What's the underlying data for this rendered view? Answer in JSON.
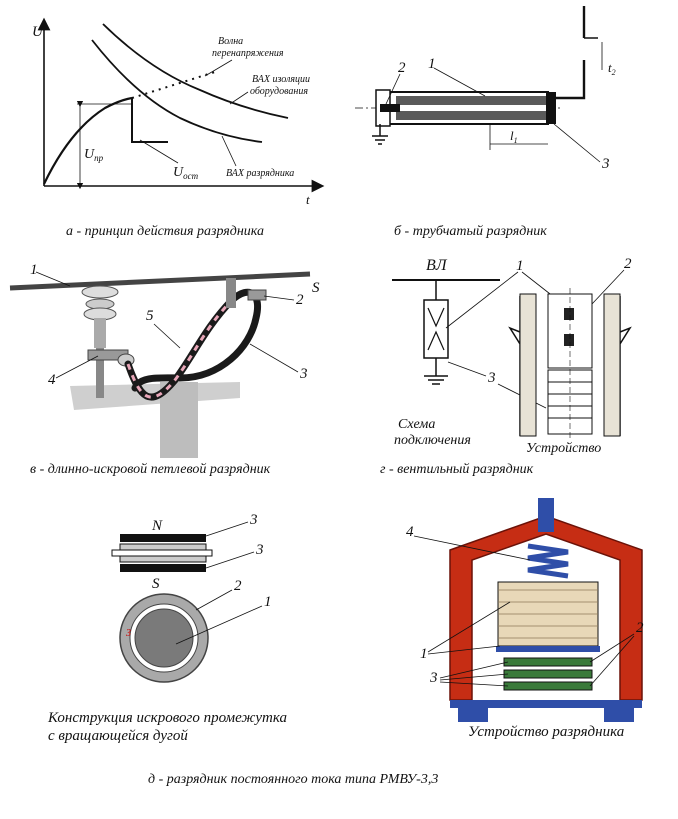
{
  "panel_a": {
    "axis_y": "U",
    "axis_x": "t",
    "wave_label": [
      "Волна",
      "перенапряжения"
    ],
    "vax_insulation": [
      "ВАХ изоляции",
      "оборудования"
    ],
    "vax_arrester": "ВАХ разрядника",
    "u_pr": "U",
    "u_pr_sub": "пр",
    "u_ost": "U",
    "u_ost_sub": "ост",
    "caption": "а - принцип действия разрядника"
  },
  "panel_b": {
    "n1": "1",
    "n2": "2",
    "n3": "3",
    "t2": "t",
    "t2_sub": "2",
    "l1": "l",
    "l1_sub": "1",
    "caption": "б - трубчатый разрядник"
  },
  "panel_v": {
    "n1": "1",
    "n2": "2",
    "n3": "3",
    "n4": "4",
    "n5": "5",
    "s": "S",
    "caption": "в - длинно-искровой петлевой разрядник"
  },
  "panel_g": {
    "vl": "ВЛ",
    "n1": "1",
    "n2": "2",
    "n3": "3",
    "scheme": [
      "Схема",
      "подключения"
    ],
    "device": "Устройство",
    "caption": "г - вентильный разрядник"
  },
  "panel_d": {
    "n": "N",
    "s": "S",
    "n1": "1",
    "n2": "2",
    "n3a": "3",
    "n3b": "3",
    "construction": [
      "Конструкция искрового промежутка",
      "с вращающейся дугой"
    ],
    "r1": "1",
    "r2": "2",
    "r3": "3",
    "r4": "4",
    "device": "Устройство разрядника",
    "caption": "д - разрядник постоянного тока типа РМВУ-3,3"
  }
}
